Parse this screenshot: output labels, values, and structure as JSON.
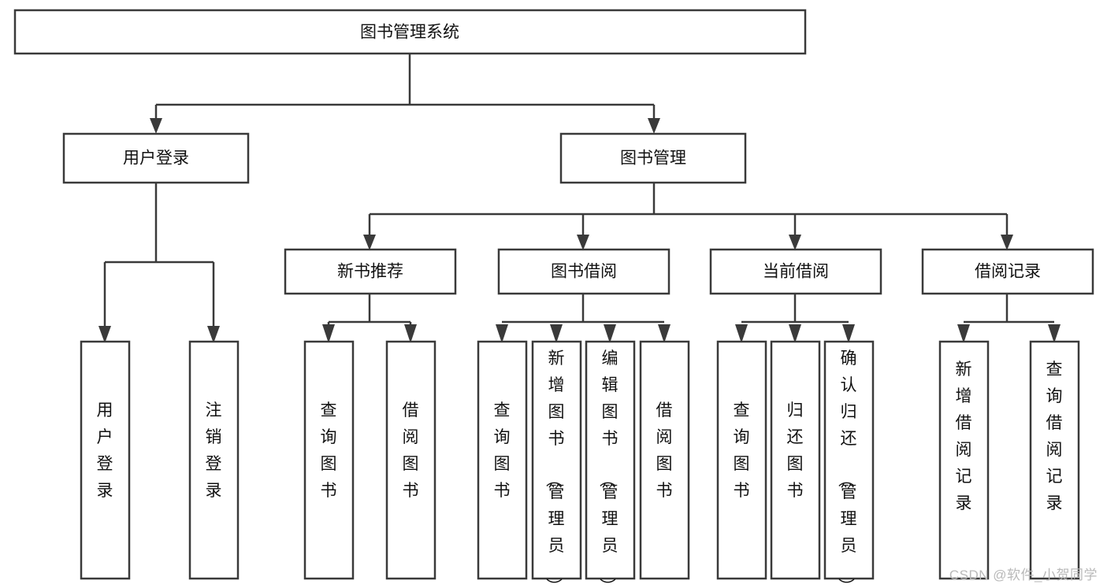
{
  "diagram": {
    "type": "tree-hierarchy",
    "title": "图书管理系统",
    "watermark": "CSDN @软件_小贺同学",
    "colors": {
      "stroke": "#3a3a3a",
      "fill": "#ffffff",
      "text": "#111111",
      "watermark": "#b9b9b9",
      "background": "#ffffff"
    },
    "levels": [
      {
        "level": 1,
        "nodes": [
          {
            "id": "root",
            "label": "图书管理系统",
            "orientation": "horizontal"
          }
        ]
      },
      {
        "level": 2,
        "nodes": [
          {
            "id": "user-login",
            "label": "用户登录",
            "orientation": "horizontal",
            "parent": "root"
          },
          {
            "id": "book-manage",
            "label": "图书管理",
            "orientation": "horizontal",
            "parent": "root"
          }
        ]
      },
      {
        "level": 3,
        "nodes": [
          {
            "id": "new-book-recommend",
            "label": "新书推荐",
            "orientation": "horizontal",
            "parent": "book-manage"
          },
          {
            "id": "book-borrow",
            "label": "图书借阅",
            "orientation": "horizontal",
            "parent": "book-manage"
          },
          {
            "id": "current-borrow",
            "label": "当前借阅",
            "orientation": "horizontal",
            "parent": "book-manage"
          },
          {
            "id": "borrow-record",
            "label": "借阅记录",
            "orientation": "horizontal",
            "parent": "book-manage"
          }
        ]
      },
      {
        "level": 4,
        "nodes": [
          {
            "id": "leaf-user-login",
            "label": "用户登录",
            "orientation": "vertical",
            "parent": "user-login"
          },
          {
            "id": "leaf-logout-login",
            "label": "注销登录",
            "orientation": "vertical",
            "parent": "user-login"
          },
          {
            "id": "leaf-query-book-1",
            "label": "查询图书",
            "orientation": "vertical",
            "parent": "new-book-recommend"
          },
          {
            "id": "leaf-borrow-book-1",
            "label": "借阅图书",
            "orientation": "vertical",
            "parent": "new-book-recommend"
          },
          {
            "id": "leaf-query-book-2",
            "label": "查询图书",
            "orientation": "vertical",
            "parent": "book-borrow"
          },
          {
            "id": "leaf-add-book",
            "label": "新增图书（管理员）",
            "orientation": "vertical",
            "parent": "book-borrow"
          },
          {
            "id": "leaf-edit-book",
            "label": "编辑图书（管理员）",
            "orientation": "vertical",
            "parent": "book-borrow"
          },
          {
            "id": "leaf-borrow-book-2",
            "label": "借阅图书",
            "orientation": "vertical",
            "parent": "book-borrow"
          },
          {
            "id": "leaf-query-book-3",
            "label": "查询图书",
            "orientation": "vertical",
            "parent": "current-borrow"
          },
          {
            "id": "leaf-return-book",
            "label": "归还图书",
            "orientation": "vertical",
            "parent": "current-borrow"
          },
          {
            "id": "leaf-confirm-return",
            "label": "确认归还（管理员）",
            "orientation": "vertical",
            "parent": "current-borrow"
          },
          {
            "id": "leaf-add-record",
            "label": "新增借阅记录",
            "orientation": "vertical",
            "parent": "borrow-record"
          },
          {
            "id": "leaf-query-record",
            "label": "查询借阅记录",
            "orientation": "vertical",
            "parent": "borrow-record"
          }
        ]
      }
    ]
  }
}
